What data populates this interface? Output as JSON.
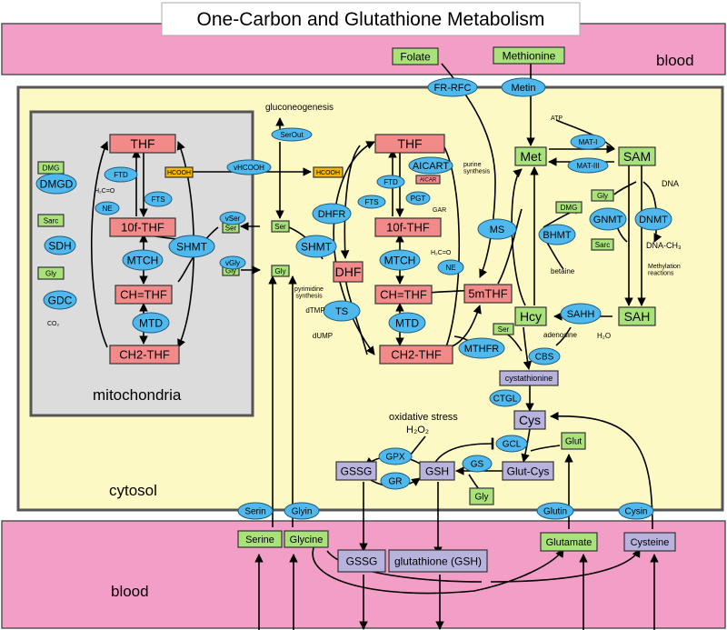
{
  "title": "One-Carbon and Glutathione  Metabolism",
  "compartments": {
    "blood_top": "blood",
    "blood_bottom": "blood",
    "cytosol": "cytosol",
    "mitochondria": "mitochondria"
  },
  "colors": {
    "blood": "#f29ec7",
    "cytosol": "#fdf9c4",
    "mitochondria": "#dcdcdc",
    "metabolite_green": "#a9e27b",
    "folate_red": "#f38a8a",
    "enzyme_blue": "#4fb8ec",
    "glutathione_purple": "#b8b3dd",
    "formate_orange": "#f5b800"
  },
  "metabolites": {
    "folate": "Folate",
    "methionine": "Methionine",
    "thf_mito": "THF",
    "f10_mito": "10f-THF",
    "ch_mito": "CH=THF",
    "ch2_mito": "CH2-THF",
    "thf_cyt": "THF",
    "f10_cyt": "10f-THF",
    "ch_cyt": "CH=THF",
    "ch2_cyt": "CH2-THF",
    "dhf": "DHF",
    "m5thf": "5mTHF",
    "hcooh_mito": "HCOOH",
    "hcooh_cyt": "HCOOH",
    "aicar": "AICAR",
    "dmg": "DMG",
    "sarc": "Sarc",
    "gly_mito": "Gly",
    "ser_mito": "Ser",
    "gly_mito2": "Gly",
    "ser_cyt": "Ser",
    "gly_cyt": "Gly",
    "met": "Met",
    "sam": "SAM",
    "hcy": "Hcy",
    "sah": "SAH",
    "dmg_cyt": "DMG",
    "gly_sam": "Gly",
    "sarc_sam": "Sarc",
    "ser_cbs": "Ser",
    "cystathionine": "cystathionine",
    "cys": "Cys",
    "glut_cyt": "Glut",
    "glut_cys": "Glut-Cys",
    "gly_gs": "Gly",
    "gssg_cyt": "GSSG",
    "gsh_cyt": "GSH",
    "serine": "Serine",
    "glycine": "Glycine",
    "gssg_blood": "GSSG",
    "gsh_blood": "glutathione (GSH)",
    "glutamate": "Glutamate",
    "cysteine": "Cysteine"
  },
  "enzymes": {
    "fr_rfc": "FR-RFC",
    "metin": "Metin",
    "serout": "SerOut",
    "vhcooh": "vHCOOH",
    "dmgd": "DMGD",
    "sdh": "SDH",
    "gdc": "GDC",
    "ne_mito": "NE",
    "ftd_mito": "FTD",
    "fts_mito": "FTS",
    "mtch_mito": "MTCH",
    "mtd_mito": "MTD",
    "shmt_mito": "SHMT",
    "vser": "vSer",
    "vgly": "vGly",
    "shmt_cyt": "SHMT",
    "dhfr": "DHFR",
    "ts": "TS",
    "ftd_cyt": "FTD",
    "fts_cyt": "FTS",
    "aicart": "AICART",
    "pgt": "PGT",
    "mtch_cyt": "MTCH",
    "mtd_cyt": "MTD",
    "ne_cyt": "NE",
    "mthfr": "MTHFR",
    "ms": "MS",
    "mat1": "MAT-I",
    "mat3": "MAT-III",
    "bhmt": "BHMT",
    "gnmt": "GNMT",
    "dnmt": "DNMT",
    "sahh": "SAHH",
    "cbs": "CBS",
    "ctgl": "CTGL",
    "gcl": "GCL",
    "gs": "GS",
    "gpx": "GPX",
    "gr": "GR",
    "serin": "Serin",
    "glyin": "Glyin",
    "glutin": "Glutin",
    "cysin": "Cysin"
  },
  "labels": {
    "gluconeogenesis": "gluconeogenesis",
    "purine_synthesis": "purine\nsynthesis",
    "gar": "GAR",
    "pyrimidine_synthesis": "pyrimidine\nsynthesis",
    "dtmp": "dTMP",
    "dump": "dUMP",
    "h2co_mito": "H₂C=O",
    "h2co_cyt": "H₂C=O",
    "co2": "CO₂",
    "atp": "ATP",
    "betaine": "betaine",
    "adenosine": "adenosine",
    "h2o": "H₂O",
    "dna": "DNA",
    "dna_ch3": "DNA-CH₃",
    "methylation_reactions": "Methylation\nreactions",
    "oxidative_stress": "oxidative stress",
    "h2o2": "H₂O₂"
  }
}
